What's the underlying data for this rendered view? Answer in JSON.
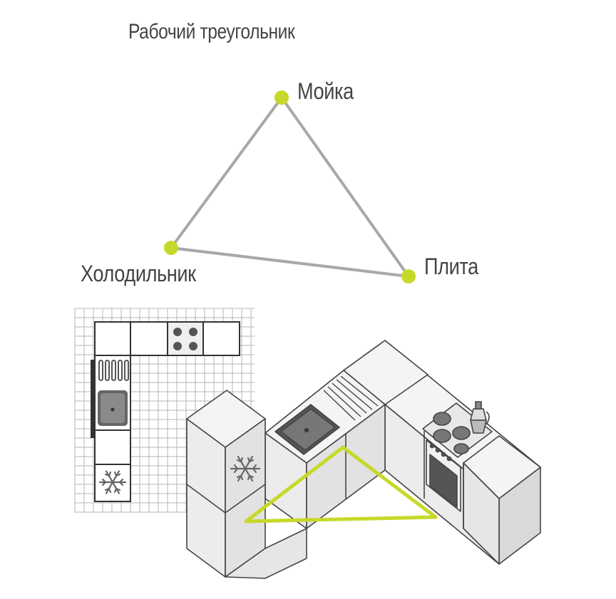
{
  "title": "Рабочий треугольник",
  "nodes": {
    "sink": "Мойка",
    "fridge": "Холодильник",
    "stove": "Плита"
  },
  "colors": {
    "accent": "#c6d92a",
    "line": "#a8a8a8",
    "text": "#444444",
    "cabinet_top": "#f4f4f4",
    "cabinet_side": "#e2e2e2",
    "cabinet_front": "#ececec",
    "grid": "#b5b5b5"
  },
  "icons": [
    "snowflake-icon",
    "sink-icon",
    "hob-icon",
    "oven-icon",
    "coffee-pot-icon"
  ]
}
